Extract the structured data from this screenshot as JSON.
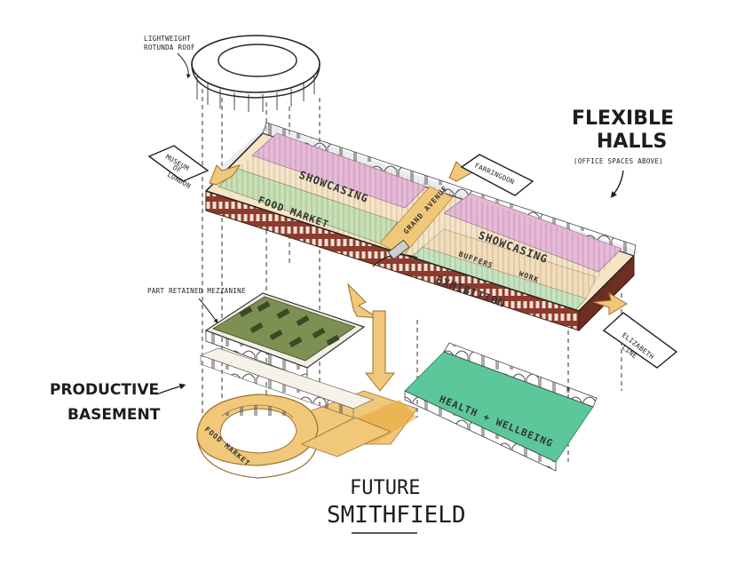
{
  "title": {
    "line1": "FUTURE",
    "line2": "SMITHFIELD"
  },
  "callouts": {
    "rotunda_roof": {
      "line1": "LIGHTWEIGHT",
      "line2": "ROTUNDA ROOF"
    },
    "flexible_halls": {
      "line1": "FLEXIBLE",
      "line2": "HALLS",
      "sub": "(OFFICE SPACES ABOVE)"
    },
    "productive_basement": {
      "line1": "PRODUCTIVE",
      "line2": "BASEMENT"
    },
    "mezzanine": "PART RETAINED MEZZANINE",
    "museum": {
      "line1": "MUSEUM",
      "line2": "OF",
      "line3": "LONDON"
    },
    "farringdon": "FARRINGDON",
    "elizabeth_line": {
      "line1": "ELIZABETH",
      "line2": "LINE"
    }
  },
  "zones": {
    "showcasing_left": "SHOWCASING",
    "showcasing_right": "SHOWCASING",
    "food_market_upper": "FOOD MARKET",
    "exhibition": "EXHIBITION",
    "grand_avenue": "GRAND AVENUE",
    "buffer_left": "BUFFERS",
    "buffer_right": "WORK",
    "health_wellbeing": "HEALTH + WELLBEING",
    "food_market_lower": "FOOD MARKET"
  },
  "colors": {
    "showcasing": "#e8b8d8",
    "food_market": "#c8e0b4",
    "exhibition": "#c6e3c0",
    "buffer": "#f3dcb8",
    "brick": "#8c3b2e",
    "arrow": "#f1c77a",
    "wellbeing": "#5cc79a",
    "mezzanine": "#7e8f54",
    "ink": "#1d1d1d"
  }
}
